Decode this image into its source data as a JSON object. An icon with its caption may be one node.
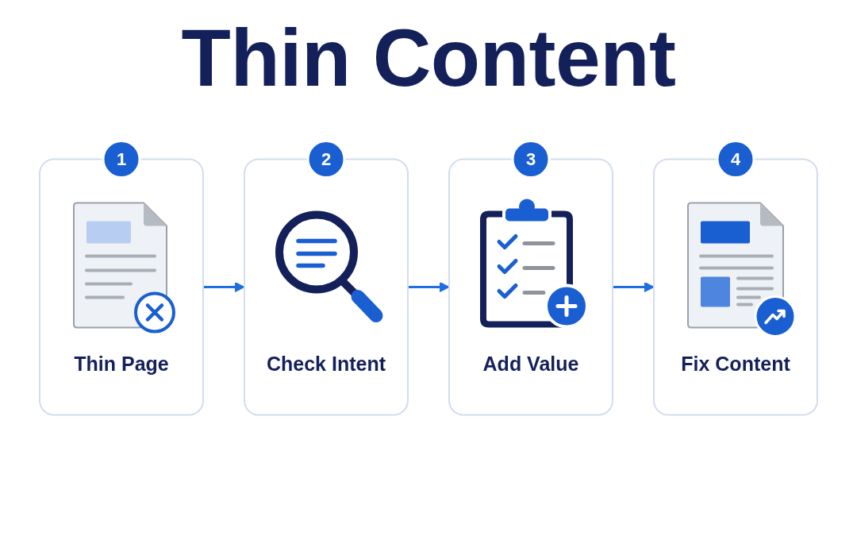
{
  "diagram": {
    "title": "Thin Content",
    "nodes": [
      {
        "text": [
          "1"
        ]
      },
      {
        "text": [
          "Thin Page"
        ]
      },
      {
        "text": [
          "2"
        ]
      },
      {
        "text": [
          "Check Intent"
        ]
      },
      {
        "text": [
          "3"
        ]
      },
      {
        "text": [
          "Add Value"
        ]
      },
      {
        "text": [
          "4"
        ]
      },
      {
        "text": [
          "Fix Content"
        ]
      }
    ],
    "edges": [
      {
        "from": 1,
        "to": 3,
        "arrow": "to"
      },
      {
        "from": 3,
        "to": 5,
        "arrow": "to"
      },
      {
        "from": 5,
        "to": 7,
        "arrow": "to"
      }
    ]
  }
}
